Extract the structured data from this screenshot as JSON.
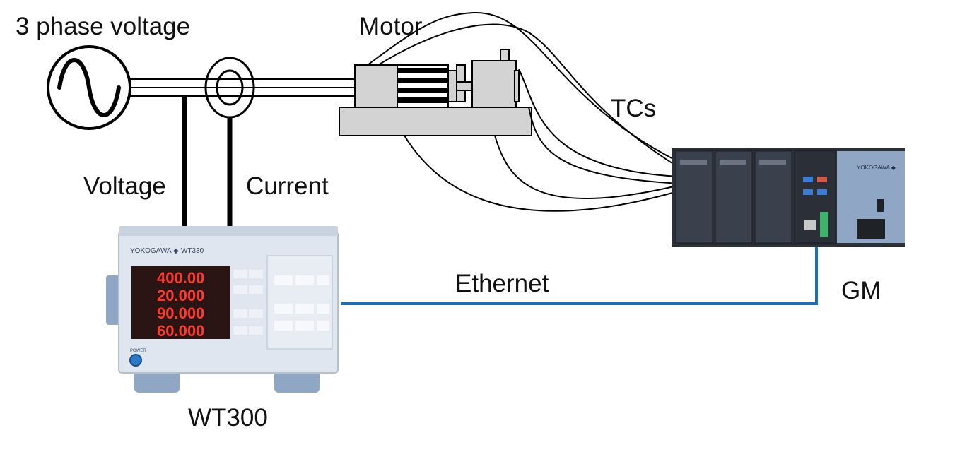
{
  "labels": {
    "source": "3 phase voltage",
    "motor": "Motor",
    "tcs": "TCs",
    "voltage": "Voltage",
    "current": "Current",
    "ethernet": "Ethernet",
    "gm": "GM",
    "wt300": "WT300"
  },
  "wt300_panel": {
    "brand": "YOKOGAWA ◆",
    "model": "WT330",
    "readings": [
      "400.00",
      "20.000",
      "90.000",
      "60.000"
    ],
    "power_label": "POWER"
  },
  "gm_panel": {
    "brand": "YOKOGAWA ◆"
  },
  "colors": {
    "ethernet_cable": "#1c6fb8",
    "wt300_body": "#dfe6f0",
    "wt300_display": "#2a1414",
    "wt300_digits": "#ff3a2a",
    "gm_module": "#2b3038",
    "gm_power_unit": "#8fa6c4",
    "motor_fill": "#d3d3d3"
  }
}
